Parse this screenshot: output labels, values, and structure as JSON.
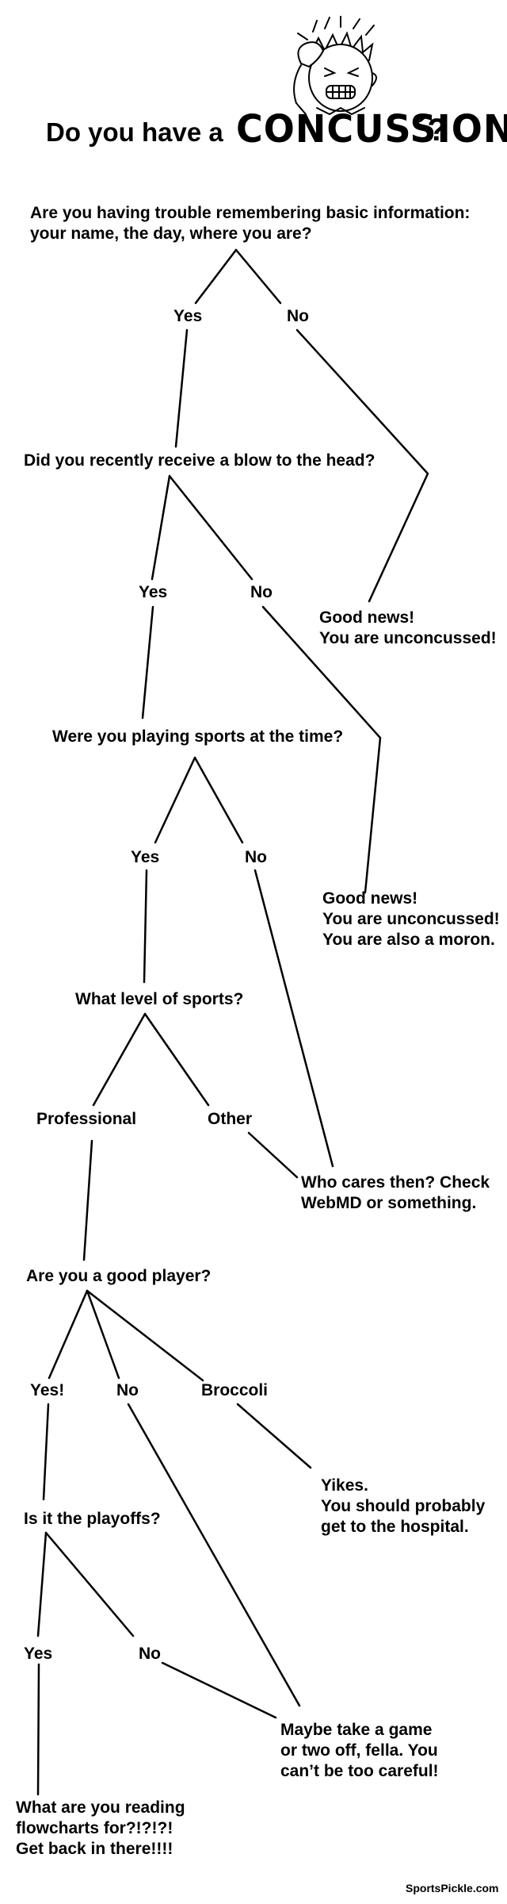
{
  "title": {
    "prefix": "Do you have a",
    "keyword": "CONCUSSION",
    "suffix": "´?"
  },
  "questions": {
    "q1": "Are you having trouble remembering basic information:\nyour name, the day, where you are?",
    "q2": "Did you recently receive a blow to the head?",
    "q3": "Were you playing sports at the time?",
    "q4": "What level of sports?",
    "q5": "Are you a good player?",
    "q6": "Is it the playoffs?"
  },
  "answers": {
    "q1_yes": "Yes",
    "q1_no": "No",
    "q2_yes": "Yes",
    "q2_no": "No",
    "q3_yes": "Yes",
    "q3_no": "No",
    "q4_pro": "Professional",
    "q4_other": "Other",
    "q5_yes": "Yes!",
    "q5_no": "No",
    "q5_broccoli": "Broccoli",
    "q6_yes": "Yes",
    "q6_no": "No"
  },
  "outcomes": {
    "o1": "Good news!\nYou are unconcussed!",
    "o2": "Good news!\nYou are unconcussed!\nYou are also a moron.",
    "o3": "Who cares then? Check\nWebMD or something.",
    "o4": "Yikes.\nYou should probably\nget to the hospital.",
    "o5": "Maybe take a game\nor two off, fella. You\ncan’t be too careful!",
    "o6": "What are you reading\nflowcharts for?!?!?!\nGet back in there!!!!"
  },
  "credit": "SportsPickle.com",
  "icons": {
    "mascot": "dizzy-cartoon-face-icon"
  },
  "colors": {
    "ink": "#000000",
    "background": "#ffffff"
  }
}
